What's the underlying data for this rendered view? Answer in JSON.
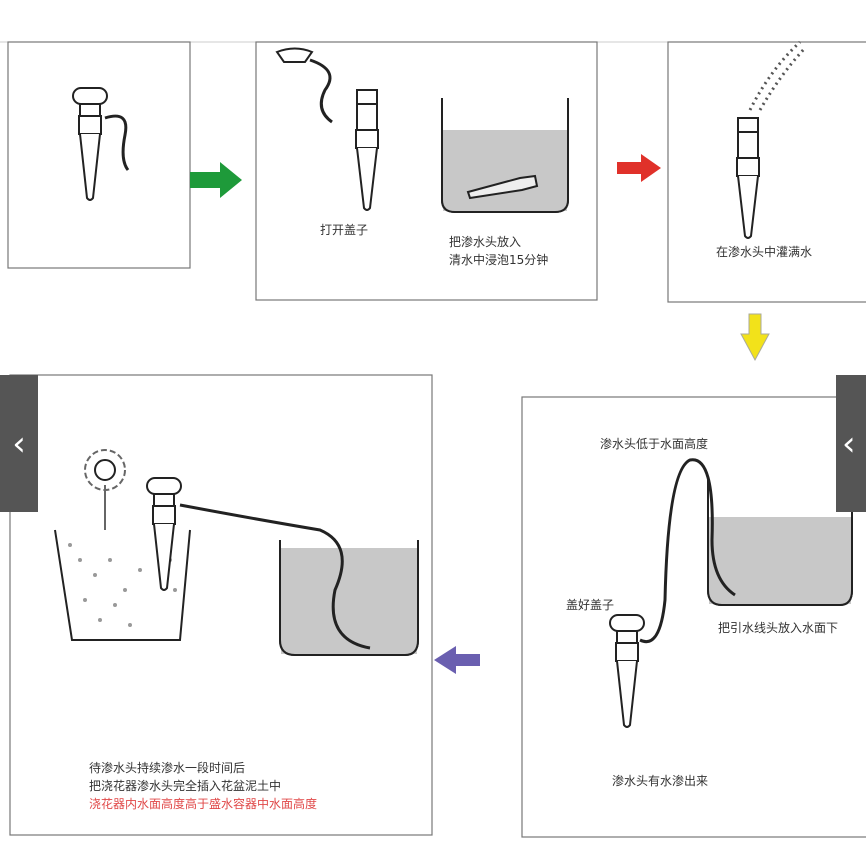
{
  "steps": {
    "step2": {
      "label": "打开盖子",
      "soak_line1": "把渗水头放入",
      "soak_line2": "清水中浸泡15分钟"
    },
    "step3": {
      "label": "在渗水头中灌满水"
    },
    "step4": {
      "top": "渗水头低于水面高度",
      "cap": "盖好盖子",
      "under": "把引水线头放入水面下",
      "bottom": "渗水头有水渗出来"
    },
    "step5": {
      "line1": "待渗水头持续渗水一段时间后",
      "line2": "把浇花器渗水头完全插入花盆泥土中",
      "line3": "浇花器内水面高度高于盛水容器中水面高度"
    }
  },
  "carousel": {
    "prev": "‹",
    "next": "‹"
  },
  "colors": {
    "arrow_green": "#1e9a3a",
    "arrow_red": "#e0312a",
    "arrow_yellow": "#f2e21a",
    "arrow_purple": "#6a5fb0",
    "water": "#c8c8c8",
    "highlight_text": "#e04848"
  }
}
